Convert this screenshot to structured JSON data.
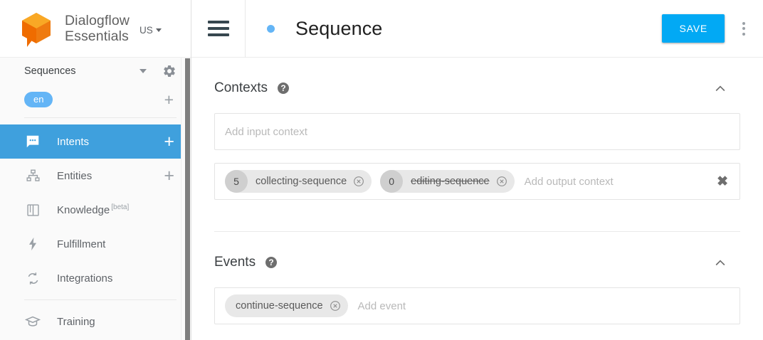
{
  "brand": {
    "logo_icon": "dialogflow-cube-logo",
    "name_line1": "Dialogflow",
    "name_line2": "Essentials",
    "region": "US",
    "region_caret_icon": "caret-down-icon"
  },
  "sidebar": {
    "agent": {
      "name": "Sequences",
      "caret_icon": "caret-down-icon",
      "settings_icon": "gear-icon"
    },
    "language": {
      "chip": "en",
      "add_icon": "plus-icon"
    },
    "items": [
      {
        "label": "Intents",
        "icon": "intents-chat-icon",
        "active": true,
        "add": "+"
      },
      {
        "label": "Entities",
        "icon": "entities-hierarchy-icon",
        "active": false,
        "add": "+"
      },
      {
        "label": "Knowledge",
        "icon": "knowledge-book-icon",
        "active": false,
        "badge": "[beta]"
      },
      {
        "label": "Fulfillment",
        "icon": "fulfillment-bolt-icon",
        "active": false
      },
      {
        "label": "Integrations",
        "icon": "integrations-sync-icon",
        "active": false
      },
      {
        "label": "Training",
        "icon": "training-cap-icon",
        "active": false
      }
    ],
    "scrollbar_icon": "vertical-scrollbar"
  },
  "topbar": {
    "menu_icon": "hamburger-menu-icon",
    "status_dot_color": "#64b5f6",
    "title": "Sequence",
    "save_label": "SAVE",
    "save_color": "#02a9f4",
    "more_icon": "kebab-menu-icon"
  },
  "contexts": {
    "title": "Contexts",
    "help_icon": "help-circle-icon",
    "collapse_icon": "chevron-up-icon",
    "input_placeholder": "Add input context",
    "output_placeholder": "Add output context",
    "clear_icon": "close-x-icon",
    "output_chips": [
      {
        "count": "5",
        "label": "collecting-sequence",
        "struck": false,
        "remove_icon": "chip-remove-icon"
      },
      {
        "count": "0",
        "label": "editing-sequence",
        "struck": true,
        "remove_icon": "chip-remove-icon"
      }
    ]
  },
  "events": {
    "title": "Events",
    "help_icon": "help-circle-icon",
    "collapse_icon": "chevron-up-icon",
    "placeholder": "Add event",
    "chips": [
      {
        "label": "continue-sequence",
        "remove_icon": "chip-remove-icon"
      }
    ]
  }
}
